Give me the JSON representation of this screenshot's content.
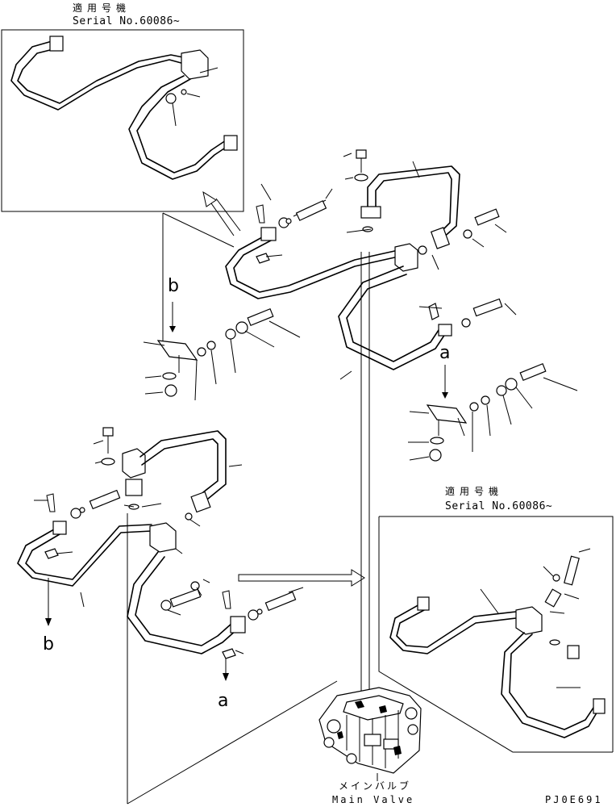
{
  "insets": [
    {
      "applies_to": "適用号機",
      "serial": "Serial No.60086~"
    },
    {
      "applies_to": "適用号機",
      "serial": "Serial No.60086~"
    }
  ],
  "callouts": {
    "view_a": "a",
    "view_b": "b",
    "arrow_a": "a",
    "arrow_b": "b"
  },
  "main_valve": {
    "jp": "メインバルブ",
    "en": "Main Valve"
  },
  "drawing_code": "PJ0E691"
}
